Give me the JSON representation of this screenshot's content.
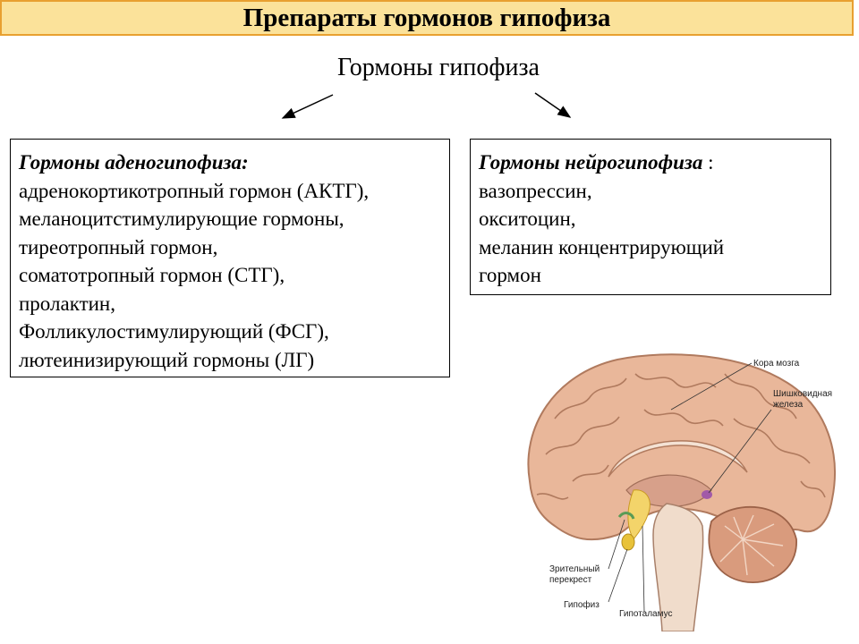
{
  "title": "Препараты гормонов гипофиза",
  "subtitle": "Гормоны гипофиза",
  "left_box": {
    "heading": "Гормоны аденогипофиза:",
    "items": [
      "адренокортикотропный гормон (АКТГ),",
      "меланоцитстимулирующие гормоны,",
      "тиреотропный гормон,",
      "соматотропный гормон (СТГ),",
      "пролактин,",
      "Фолликулостимулирующий (ФСГ),",
      "лютеинизирующий гормоны (ЛГ)"
    ]
  },
  "right_box": {
    "heading": "Гормоны нейрогипофиза",
    "heading_suffix": " :",
    "items": [
      "вазопрессин,",
      "окситоцин,",
      "меланин концентрирующий",
      "гормон"
    ]
  },
  "brain_labels": {
    "cortex": "Кора мозга",
    "pineal_1": "Шишковидная",
    "pineal_2": "железа",
    "chiasm_1": "Зрительный",
    "chiasm_2": "перекрест",
    "pituitary": "Гипофиз",
    "hypothalamus": "Гипоталамус"
  },
  "colors": {
    "title_bg": "#fbe29a",
    "title_border": "#e8a030",
    "brain_tissue": "#e9b79a",
    "brain_outline": "#b07a5e",
    "pituitary": "#e8c23a",
    "pineal": "#a25aa8"
  }
}
